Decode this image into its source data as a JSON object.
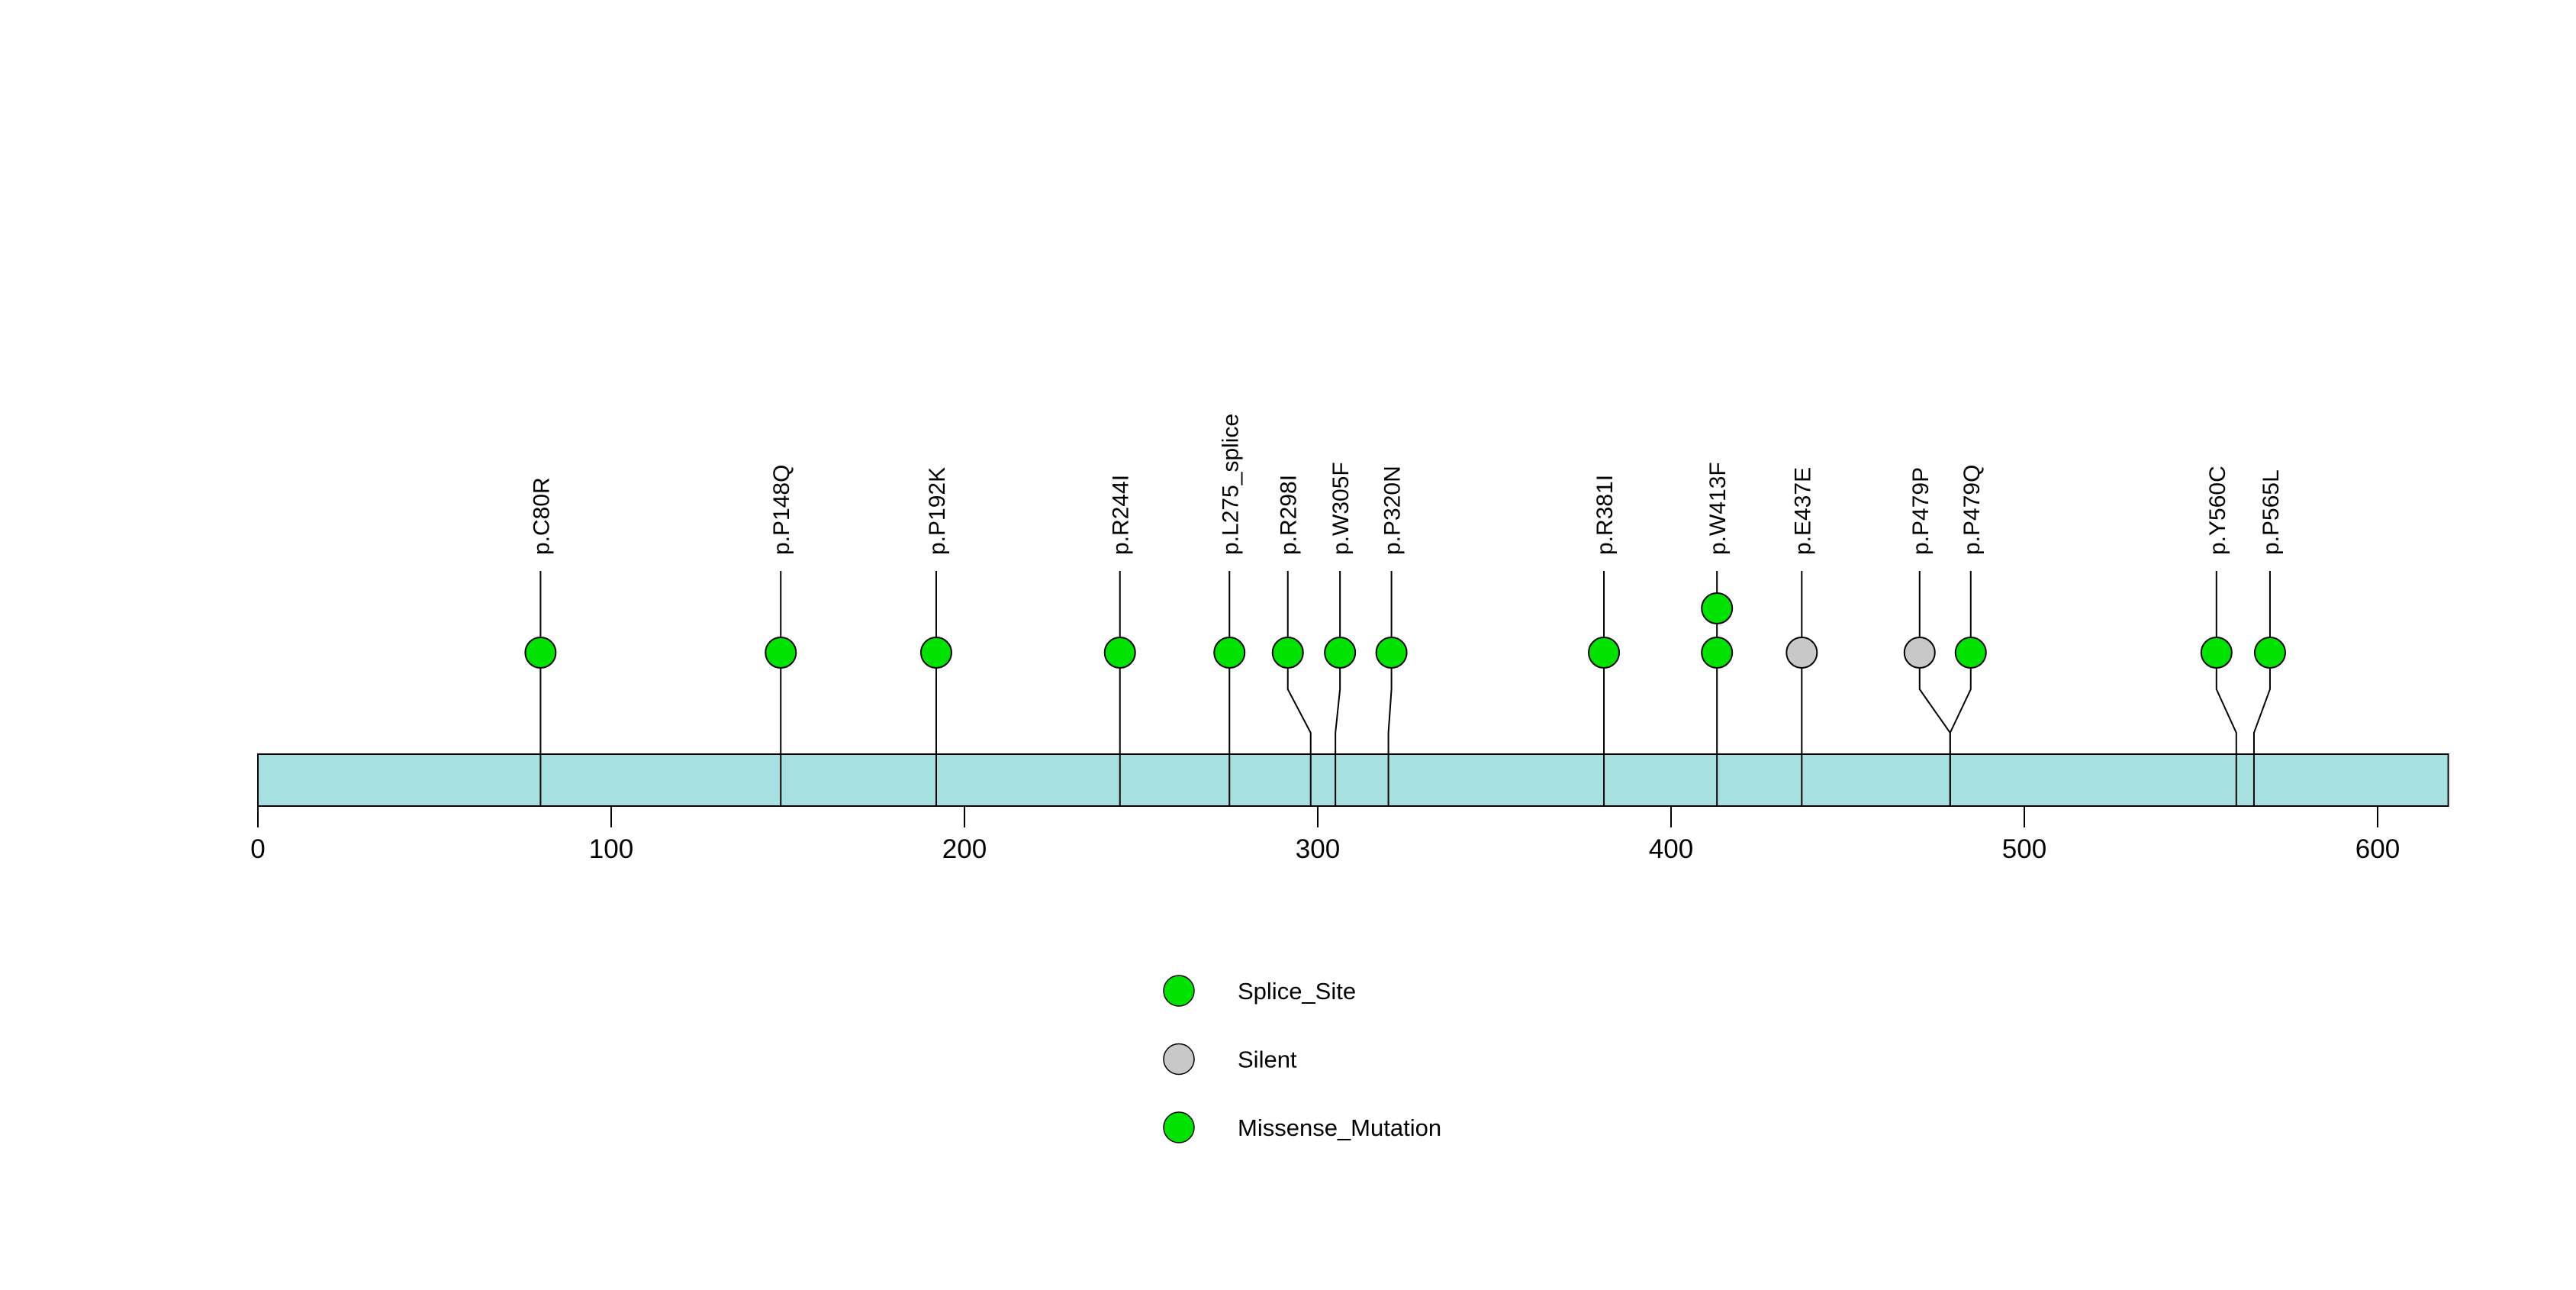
{
  "chart_data": {
    "type": "lollipop",
    "title": "",
    "xlabel": "",
    "ylabel": "",
    "axis": {
      "xlim": [
        0,
        620
      ],
      "tick_values": [
        0,
        100,
        200,
        300,
        400,
        500,
        600
      ],
      "tick_labels": [
        "0",
        "100",
        "200",
        "300",
        "400",
        "500",
        "600"
      ],
      "grid": false
    },
    "protein_bar": {
      "start": 0,
      "end": 620,
      "fill_color": "#a4e1e0",
      "border_color": "#000000"
    },
    "mutations": [
      {
        "label": "p.C80R",
        "position": 80,
        "type": "Missense_Mutation",
        "count": 1,
        "dodge": 0
      },
      {
        "label": "p.P148Q",
        "position": 148,
        "type": "Missense_Mutation",
        "count": 1,
        "dodge": 0
      },
      {
        "label": "p.P192K",
        "position": 192,
        "type": "Missense_Mutation",
        "count": 1,
        "dodge": 0
      },
      {
        "label": "p.R244I",
        "position": 244,
        "type": "Missense_Mutation",
        "count": 1,
        "dodge": 0
      },
      {
        "label": "p.L275_splice",
        "position": 275,
        "type": "Splice_Site",
        "count": 1,
        "dodge": 0
      },
      {
        "label": "p.R298I",
        "position": 298,
        "type": "Missense_Mutation",
        "count": 1,
        "dodge": -30
      },
      {
        "label": "p.W305F",
        "position": 305,
        "type": "Missense_Mutation",
        "count": 1,
        "dodge": 6
      },
      {
        "label": "p.P320N",
        "position": 320,
        "type": "Missense_Mutation",
        "count": 1,
        "dodge": 4
      },
      {
        "label": "p.R381I",
        "position": 381,
        "type": "Missense_Mutation",
        "count": 1,
        "dodge": 0
      },
      {
        "label": "p.W413F",
        "position": 413,
        "type": "Missense_Mutation",
        "count": 2,
        "dodge": 0
      },
      {
        "label": "p.E437E",
        "position": 437,
        "type": "Silent",
        "count": 1,
        "dodge": 0
      },
      {
        "label": "p.P479P",
        "position": 479,
        "type": "Silent",
        "count": 1,
        "dodge": -40
      },
      {
        "label": "p.P479Q",
        "position": 479,
        "type": "Missense_Mutation",
        "count": 1,
        "dodge": 27
      },
      {
        "label": "p.Y560C",
        "position": 560,
        "type": "Missense_Mutation",
        "count": 1,
        "dodge": -26
      },
      {
        "label": "p.P565L",
        "position": 565,
        "type": "Missense_Mutation",
        "count": 1,
        "dodge": 21
      }
    ],
    "colors": {
      "Splice_Site": "#00e300",
      "Silent": "#c8c8c8",
      "Missense_Mutation": "#00e300",
      "stroke": "#000000"
    },
    "legend": {
      "position": "bottom-center",
      "items": [
        {
          "label": "Splice_Site",
          "color": "#00e300"
        },
        {
          "label": "Silent",
          "color": "#c8c8c8"
        },
        {
          "label": "Missense_Mutation",
          "color": "#00e300"
        }
      ]
    }
  }
}
